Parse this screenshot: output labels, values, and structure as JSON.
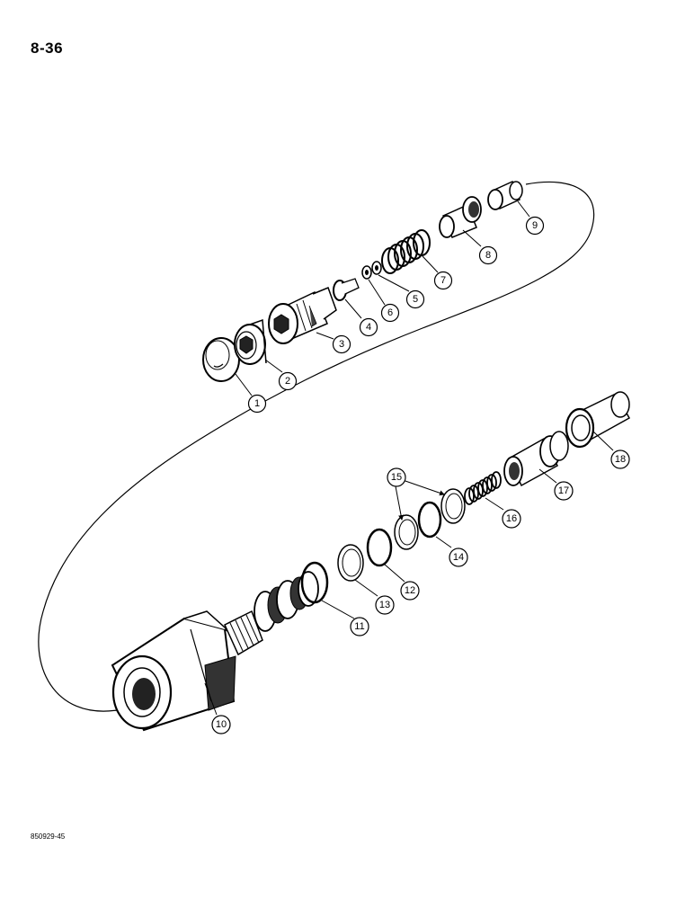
{
  "page": {
    "number": "8-36",
    "figure_code": "850929-45"
  },
  "callouts": {
    "c1": "1",
    "c2": "2",
    "c3": "3",
    "c4": "4",
    "c5": "5",
    "c6": "6",
    "c7": "7",
    "c8": "8",
    "c9": "9",
    "c10": "10",
    "c11": "11",
    "c12": "12",
    "c13": "13",
    "c14": "14",
    "c15": "15",
    "c16": "16",
    "c17": "17",
    "c18": "18"
  }
}
